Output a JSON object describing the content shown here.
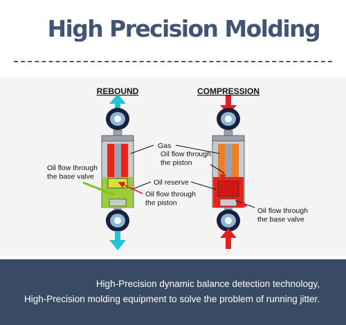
{
  "header": {
    "title": "High Precision Molding"
  },
  "diagram": {
    "rebound": {
      "heading": "REBOUND",
      "labels": {
        "base_valve_flow": "Oil flow through the base valve",
        "piston_flow": "Oil flow through the piston"
      }
    },
    "compression": {
      "heading": "COMPRESSION",
      "labels": {
        "piston_flow": "Oil flow through the piston",
        "base_valve_flow": "Oil flow through the base valve"
      }
    },
    "shared_labels": {
      "gas": "Gas",
      "oil_reserve": "Oil reserve"
    },
    "colors": {
      "gas": "#e8231b",
      "gas_compression": "#f07d22",
      "oil_reserve": "#9ccc3a",
      "arrow_rebound": "#22c3d4",
      "arrow_compression": "#e02020",
      "eye": "#1a1f3e"
    }
  },
  "footer": {
    "line1": "High-Precision dynamic balance detection technology,",
    "line2": "High-Precision molding equipment to solve the problem of running jitter."
  }
}
